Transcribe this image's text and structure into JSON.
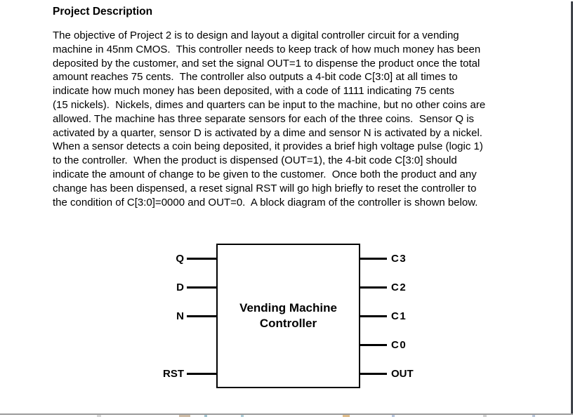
{
  "colors": {
    "text": "#000000",
    "diagram_lines": "#000000",
    "page_right_border": "#3e4249",
    "bottom_divider": "#9b9b9b",
    "background": "#ffffff"
  },
  "document": {
    "title": "Project Description",
    "paragraph_lines": [
      "The objective of Project 2 is to design and layout a digital controller circuit for a vending",
      "machine in 45nm CMOS.  This controller needs to keep track of how much money has been",
      "deposited by the customer, and set the signal OUT=1 to dispense the product once the total",
      "amount reaches 75 cents.  The controller also outputs a 4-bit code C[3:0] at all times to",
      "indicate how much money has been deposited, with a code of 1111 indicating 75 cents",
      "(15 nickels).  Nickels, dimes and quarters can be input to the machine, but no other coins are",
      "allowed. The machine has three separate sensors for each of the three coins.  Sensor Q is",
      "activated by a quarter, sensor D is activated by a dime and sensor N is activated by a nickel.",
      "When a sensor detects a coin being deposited, it provides a brief high voltage pulse (logic 1)",
      "to the controller.  When the product is dispensed (OUT=1), the 4-bit code C[3:0] should",
      "indicate the amount of change to be given to the customer.  Once both the product and any",
      "change has been dispensed, a reset signal RST will go high briefly to reset the controller to",
      "the condition of C[3:0]=0000 and OUT=0.  A block diagram of the controller is shown below."
    ]
  },
  "diagram": {
    "block_label_line1": "Vending Machine",
    "block_label_line2": "Controller",
    "inputs": [
      "Q",
      "D",
      "N",
      "RST"
    ],
    "outputs": [
      "C3",
      "C2",
      "C1",
      "C0",
      "OUT"
    ]
  }
}
